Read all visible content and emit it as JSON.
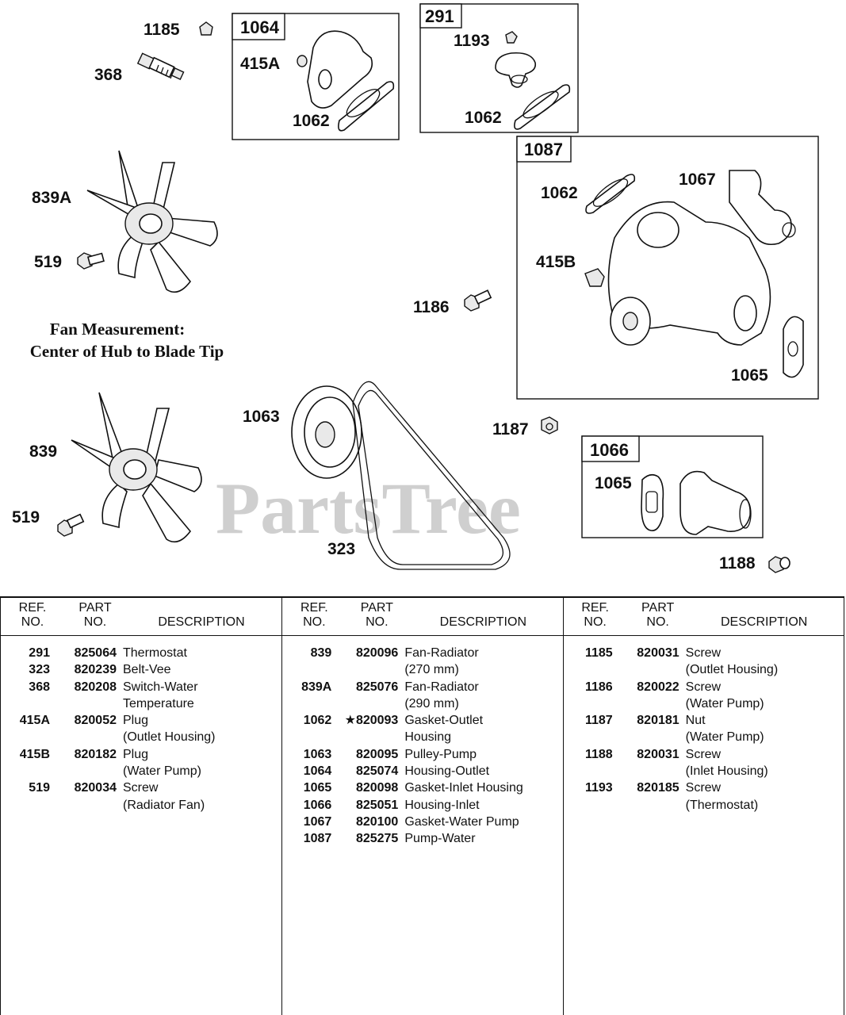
{
  "diagram": {
    "callouts": {
      "c1185": "1185",
      "c368": "368",
      "c839A": "839A",
      "c519a": "519",
      "c415A": "415A",
      "c1062a": "1062",
      "c1193": "1193",
      "c1062b": "1062",
      "c1062c": "1062",
      "c1067": "1067",
      "c415B": "415B",
      "c1186": "1186",
      "c1065a": "1065",
      "c1063": "1063",
      "c1187": "1187",
      "c1065b": "1065",
      "c839": "839",
      "c519b": "519",
      "c323": "323",
      "c1188": "1188"
    },
    "boxes": {
      "box1064": "1064",
      "box291": "291",
      "box1087": "1087",
      "box1066": "1066"
    },
    "fan_measurement": {
      "line1": "Fan Measurement:",
      "line2": "Center of Hub to Blade Tip"
    },
    "watermark": "PartsTree"
  },
  "table": {
    "headers": {
      "ref": [
        "REF.",
        "NO."
      ],
      "part": [
        "PART",
        "NO."
      ],
      "desc": "DESCRIPTION"
    },
    "columns": [
      [
        {
          "ref": "291",
          "part": "825064",
          "desc": [
            "Thermostat"
          ]
        },
        {
          "ref": "323",
          "part": "820239",
          "desc": [
            "Belt-Vee"
          ]
        },
        {
          "ref": "368",
          "part": "820208",
          "desc": [
            "Switch-Water",
            "Temperature"
          ]
        },
        {
          "ref": "415A",
          "part": "820052",
          "desc": [
            "Plug",
            "(Outlet Housing)"
          ]
        },
        {
          "ref": "415B",
          "part": "820182",
          "desc": [
            "Plug",
            "(Water Pump)"
          ]
        },
        {
          "ref": "519",
          "part": "820034",
          "desc": [
            "Screw",
            "(Radiator Fan)"
          ]
        }
      ],
      [
        {
          "ref": "839",
          "part": "820096",
          "desc": [
            "Fan-Radiator",
            "(270 mm)"
          ]
        },
        {
          "ref": "839A",
          "part": "825076",
          "desc": [
            "Fan-Radiator",
            "(290 mm)"
          ]
        },
        {
          "ref": "1062",
          "part": "★820093",
          "desc": [
            "Gasket-Outlet",
            "Housing"
          ]
        },
        {
          "ref": "1063",
          "part": "820095",
          "desc": [
            "Pulley-Pump"
          ]
        },
        {
          "ref": "1064",
          "part": "825074",
          "desc": [
            "Housing-Outlet"
          ]
        },
        {
          "ref": "1065",
          "part": "820098",
          "desc": [
            "Gasket-Inlet Housing"
          ]
        },
        {
          "ref": "1066",
          "part": "825051",
          "desc": [
            "Housing-Inlet"
          ]
        },
        {
          "ref": "1067",
          "part": "820100",
          "desc": [
            "Gasket-Water Pump"
          ]
        },
        {
          "ref": "1087",
          "part": "825275",
          "desc": [
            "Pump-Water"
          ]
        }
      ],
      [
        {
          "ref": "1185",
          "part": "820031",
          "desc": [
            "Screw",
            "(Outlet  Housing)"
          ]
        },
        {
          "ref": "1186",
          "part": "820022",
          "desc": [
            "Screw",
            "(Water Pump)"
          ]
        },
        {
          "ref": "1187",
          "part": "820181",
          "desc": [
            "Nut",
            "(Water Pump)"
          ]
        },
        {
          "ref": "1188",
          "part": "820031",
          "desc": [
            "Screw",
            "(Inlet  Housing)"
          ]
        },
        {
          "ref": "1193",
          "part": "820185",
          "desc": [
            "Screw",
            "(Thermostat)"
          ]
        }
      ]
    ]
  }
}
